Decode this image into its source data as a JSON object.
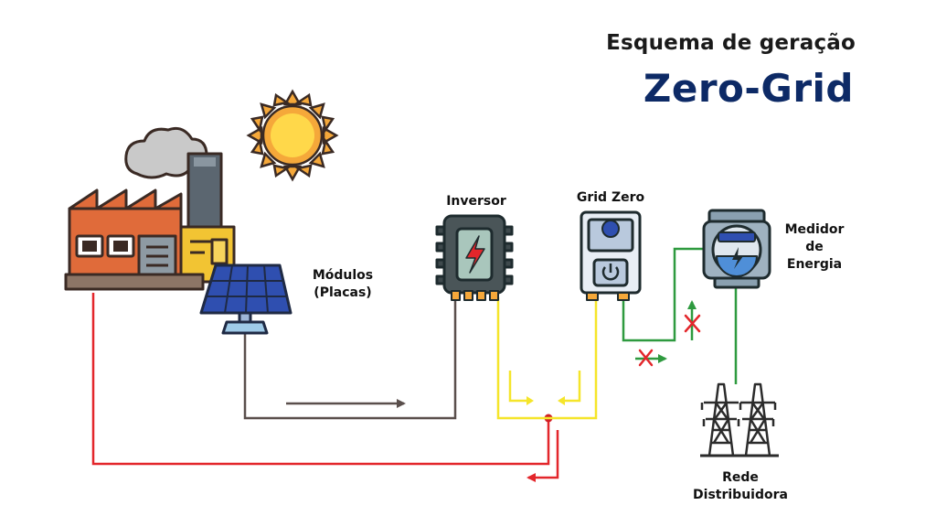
{
  "header": {
    "subtitle": "Esquema de geração",
    "title": "Zero-Grid"
  },
  "labels": {
    "modules_line1": "Módulos",
    "modules_line2": "(Placas)",
    "inverter": "Inversor",
    "grid_zero": "Grid Zero",
    "meter_line1": "Medidor",
    "meter_line2": "de",
    "meter_line3": "Energia",
    "network_line1": "Rede",
    "network_line2": "Distribuidora"
  },
  "colors": {
    "dc_flow": "#5a4f4c",
    "ac_flow": "#f5e52a",
    "load_flow": "#e3262b",
    "grid_flow": "#2e9a3f",
    "blocked": "#e3262b",
    "title": "#0d2a66"
  },
  "icons": [
    "factory-icon",
    "sun-icon",
    "solar-panel-icon",
    "inverter-icon",
    "grid-zero-device-icon",
    "energy-meter-icon",
    "transmission-tower-icon",
    "blocked-x-icon"
  ]
}
